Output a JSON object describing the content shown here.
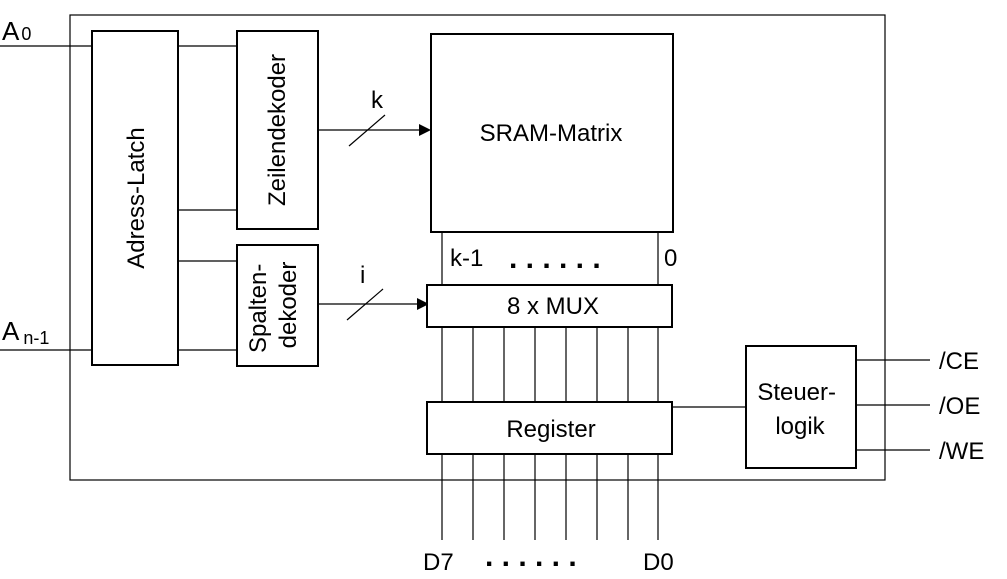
{
  "inputs": {
    "a0_base": "A",
    "a0_sub": "0",
    "an_base": "A",
    "an_sub": "n-1"
  },
  "blocks": {
    "adress_latch": "Adress-Latch",
    "zeilendekoder": "Zeilendekoder",
    "spaltendekoder_line1": "Spalten-",
    "spaltendekoder_line2": "dekoder",
    "sram_matrix": "SRAM-Matrix",
    "mux": "8 x MUX",
    "register": "Register",
    "steuerlogik_line1": "Steuer-",
    "steuerlogik_line2": "logik"
  },
  "buses": {
    "row_bus": "k",
    "col_bus": "i"
  },
  "columns": {
    "left": "k-1",
    "dots": ". . . . . .",
    "right": "0"
  },
  "control_signals": [
    "/CE",
    "/OE",
    "/WE"
  ],
  "data_pins": {
    "left": "D7",
    "dots": ". . . . . .",
    "right": "D0"
  }
}
